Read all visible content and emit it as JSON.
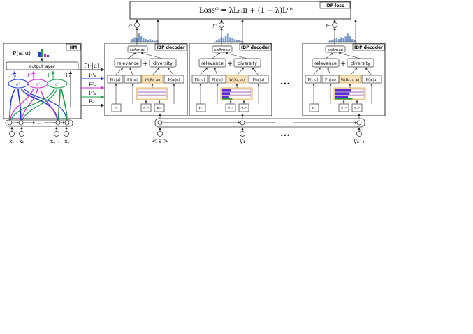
{
  "loss": {
    "title": "IDP loss",
    "formula": "Lossᴳ = λLₙₗᴨ + (1 − λ)Lᵈⁱˢ"
  },
  "iim": {
    "title": "IIM",
    "prob_label": "P(aᵢ|u)",
    "output_layer": "output layer",
    "f_labels": [
      "F¹ᵤ",
      "F²ᵤ",
      "F³ᵤ",
      "Fᵤ"
    ],
    "ellipse_labels": [
      "e¹",
      "e²",
      "e³"
    ],
    "dots": "...",
    "inputs": [
      "x₁",
      "x₂",
      "xₙ₋₁",
      "xₙ"
    ]
  },
  "middle": {
    "labels": [
      "P(·|u)",
      "F¹ᵤ",
      "F²ᵤ",
      "F³ᵤ",
      "Fᵤ"
    ]
  },
  "decoders": [
    {
      "title": "IDP decoder",
      "output": "y₁",
      "softmax": "softmax",
      "relevance": "relevance",
      "diversity": "diversity",
      "plus": "+",
      "p1": "P(r|u)",
      "p2": "P(r|aᵢ)",
      "w": "W(R₀, aᵢ)",
      "p4": "P(aᵢ|u)",
      "in_left": "Fᵤ",
      "in_mid": "Fₓ²",
      "in_right": "h₀ˢ"
    },
    {
      "title": "IDP decoder",
      "output": "y₂",
      "softmax": "softmax",
      "relevance": "relevance",
      "diversity": "diversity",
      "plus": "+",
      "p1": "P(r|u)",
      "p2": "P(r|aᵢ)",
      "w": "W(R₁, aᵢ)",
      "p4": "P(aᵢ|u)",
      "in_left": "Fᵤ",
      "in_mid": "Fₓ²",
      "in_right": "h₁ˢ"
    },
    {
      "title": "IDP decoder",
      "output": "yₙ",
      "softmax": "softmax",
      "relevance": "relevance",
      "diversity": "diversity",
      "plus": "+",
      "p1": "P(r|u)",
      "p2": "P(r|aᵢ)",
      "w": "W(Rₙ₋₁, aᵢ)",
      "p4": "P(aᵢ|u)",
      "in_left": "Fᵤ",
      "in_mid": "Fₓ²",
      "in_right": "hₙˢ"
    }
  ],
  "ellipsis": "•••",
  "bottom_inputs": [
    "< s >",
    "y₁",
    "yₙ₋₁"
  ],
  "colors": {
    "blue": "#1f3fd6",
    "magenta": "#d12ad1",
    "green": "#1a9a4a",
    "orange_fill": "#fbe3c0",
    "orange_stroke": "#e5a43c",
    "hist_bar": "#7b9cc8",
    "purple_bar": "#5a2bd8"
  }
}
